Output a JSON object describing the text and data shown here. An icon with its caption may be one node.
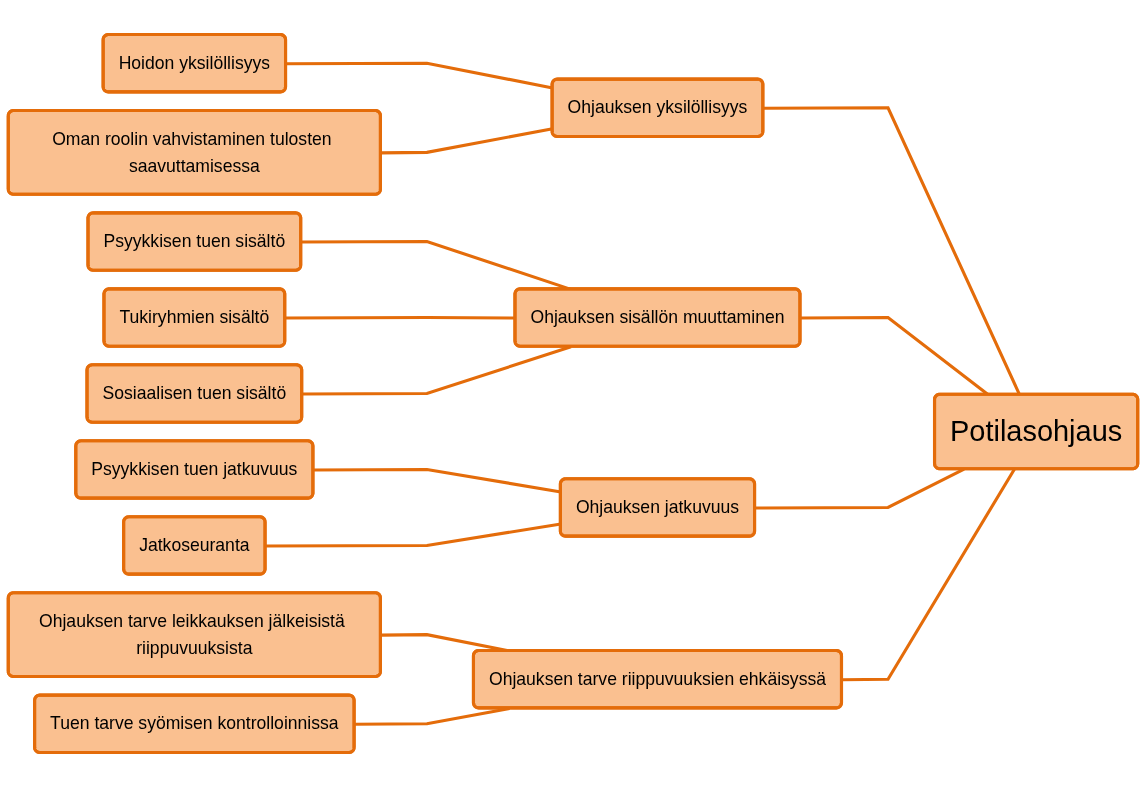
{
  "diagram": {
    "nodes": [
      {
        "text": [
          "Hoidon yksilöllisyys"
        ]
      },
      {
        "text": [
          "Oman roolin vahvistaminen tulosten saavuttamisessa"
        ]
      },
      {
        "text": [
          "Ohjauksen yksilöllisyys"
        ]
      },
      {
        "text": [
          "Psyykkisen tuen sisältö"
        ]
      },
      {
        "text": [
          "Tukiryhmien sisältö"
        ]
      },
      {
        "text": [
          "Sosiaalisen tuen sisältö"
        ]
      },
      {
        "text": [
          "Ohjauksen sisällön muuttaminen"
        ]
      },
      {
        "text": [
          "Potilasohjaus"
        ]
      },
      {
        "text": [
          "Psyykkisen tuen jatkuvuus"
        ]
      },
      {
        "text": [
          "Jatkoseuranta"
        ]
      },
      {
        "text": [
          "Ohjauksen jatkuvuus"
        ]
      },
      {
        "text": [
          "Ohjauksen tarve leikkauksen jälkeisistä riippuvuuksista"
        ]
      },
      {
        "text": [
          "Tuen tarve syömisen kontrolloinnissa"
        ]
      },
      {
        "text": [
          "Ohjauksen tarve riippuvuuksien ehkäisyssä"
        ]
      }
    ],
    "edges": [
      {
        "from": 7,
        "to": 2,
        "arrow": "none"
      },
      {
        "from": 7,
        "to": 6,
        "arrow": "none"
      },
      {
        "from": 7,
        "to": 10,
        "arrow": "none"
      },
      {
        "from": 7,
        "to": 13,
        "arrow": "none"
      },
      {
        "from": 2,
        "to": 0,
        "arrow": "none"
      },
      {
        "from": 2,
        "to": 1,
        "arrow": "none"
      },
      {
        "from": 6,
        "to": 3,
        "arrow": "none"
      },
      {
        "from": 6,
        "to": 4,
        "arrow": "none"
      },
      {
        "from": 6,
        "to": 5,
        "arrow": "none"
      },
      {
        "from": 10,
        "to": 8,
        "arrow": "none"
      },
      {
        "from": 10,
        "to": 9,
        "arrow": "none"
      },
      {
        "from": 13,
        "to": 11,
        "arrow": "none"
      },
      {
        "from": 13,
        "to": 12,
        "arrow": "none"
      }
    ]
  }
}
